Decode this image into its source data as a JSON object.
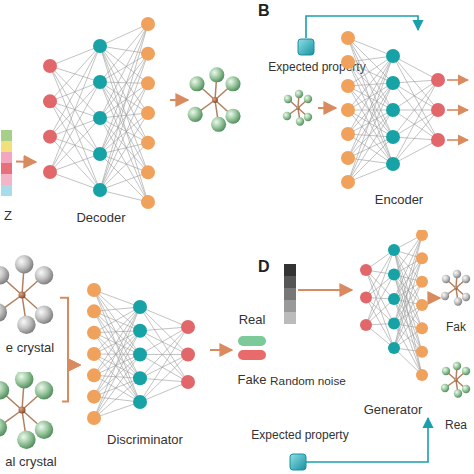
{
  "diagram": {
    "nodes": [
      {
        "text": [
          "Z"
        ]
      },
      {
        "text": [
          "Decoder"
        ]
      },
      {
        "text": [
          "Expected property"
        ]
      },
      {
        "text": [
          "Encoder"
        ]
      },
      {
        "text": [
          "e crystal"
        ]
      },
      {
        "text": [
          "al crystal"
        ]
      },
      {
        "text": [
          "Discriminator"
        ]
      },
      {
        "text": [
          "Real",
          "Fake"
        ]
      },
      {
        "text": [
          "Random noise"
        ]
      },
      {
        "text": [
          "Generator"
        ]
      },
      {
        "text": [
          "Fak"
        ]
      },
      {
        "text": [
          "Rea"
        ]
      },
      {
        "text": [
          "Expected property"
        ]
      }
    ],
    "edges": [
      {
        "from": 0,
        "to": 1,
        "arrow": "to"
      },
      {
        "from": 2,
        "to": 3,
        "arrow": "to"
      },
      {
        "from": 4,
        "to": 6,
        "arrow": "to"
      },
      {
        "from": 5,
        "to": 6,
        "arrow": "to"
      },
      {
        "from": 6,
        "to": 7,
        "arrow": "to"
      },
      {
        "from": 8,
        "to": 9,
        "arrow": "to"
      },
      {
        "from": 9,
        "to": 10,
        "arrow": "to"
      },
      {
        "from": 12,
        "to": 9,
        "arrow": "to"
      }
    ],
    "labels": [
      "B",
      "D"
    ]
  }
}
